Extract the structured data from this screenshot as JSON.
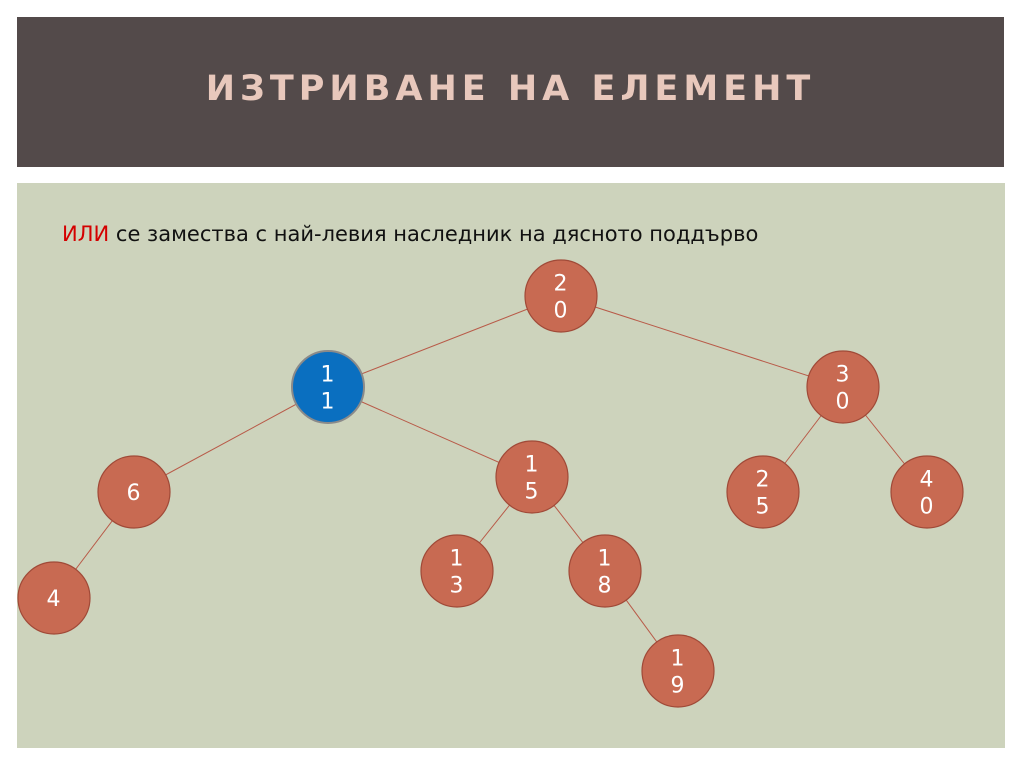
{
  "slide": {
    "title": "ИЗТРИВАНЕ НА ЕЛЕМЕНТ",
    "subtitle_highlight": "ИЛИ",
    "subtitle_rest": " се замества с най-левия наследник на дясното поддърво"
  },
  "colors": {
    "node_fill": "#c86a52",
    "node_highlight_fill": "#0a6fc0",
    "edge": "#b85a48",
    "title_bar": "#534a4a",
    "content_bg": "#cdd3bc"
  },
  "tree": {
    "nodes": [
      {
        "id": "n20",
        "label": [
          "2",
          "0"
        ],
        "highlight": false
      },
      {
        "id": "n11",
        "label": [
          "1",
          "1"
        ],
        "highlight": true
      },
      {
        "id": "n30",
        "label": [
          "3",
          "0"
        ],
        "highlight": false
      },
      {
        "id": "n6",
        "label": [
          "6"
        ],
        "highlight": false
      },
      {
        "id": "n15",
        "label": [
          "1",
          "5"
        ],
        "highlight": false
      },
      {
        "id": "n25",
        "label": [
          "2",
          "5"
        ],
        "highlight": false
      },
      {
        "id": "n40",
        "label": [
          "4",
          "0"
        ],
        "highlight": false
      },
      {
        "id": "n4",
        "label": [
          "4"
        ],
        "highlight": false
      },
      {
        "id": "n13",
        "label": [
          "1",
          "3"
        ],
        "highlight": false
      },
      {
        "id": "n18",
        "label": [
          "1",
          "8"
        ],
        "highlight": false
      },
      {
        "id": "n19",
        "label": [
          "1",
          "9"
        ],
        "highlight": false
      }
    ],
    "edges": [
      [
        "n20",
        "n11"
      ],
      [
        "n20",
        "n30"
      ],
      [
        "n11",
        "n6"
      ],
      [
        "n11",
        "n15"
      ],
      [
        "n30",
        "n25"
      ],
      [
        "n30",
        "n40"
      ],
      [
        "n6",
        "n4"
      ],
      [
        "n15",
        "n13"
      ],
      [
        "n15",
        "n18"
      ],
      [
        "n18",
        "n19"
      ]
    ]
  }
}
